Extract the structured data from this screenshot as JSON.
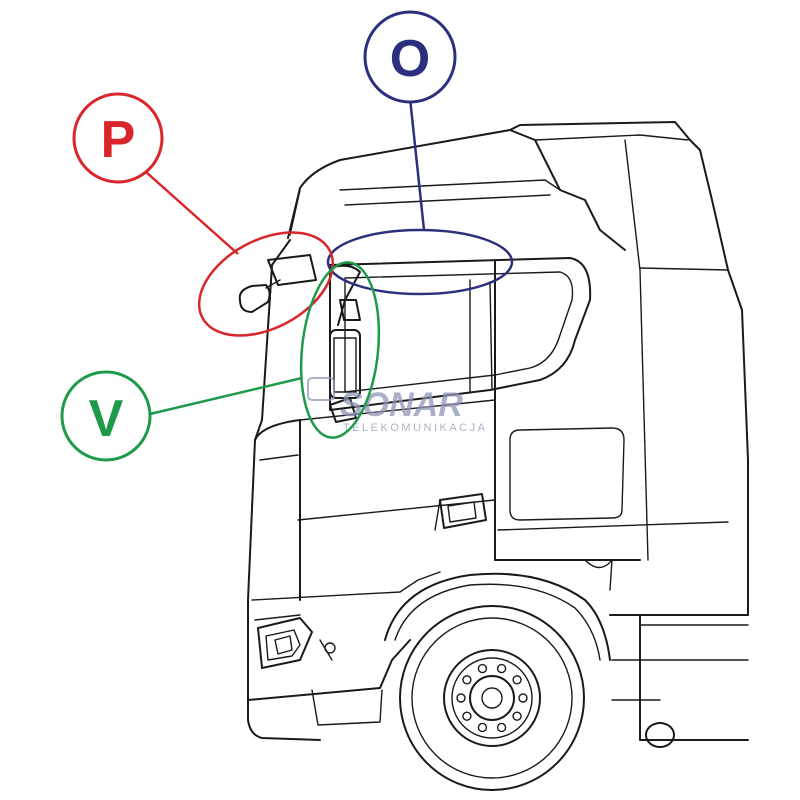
{
  "markers": [
    {
      "id": "P",
      "letter": "P",
      "color": "#d9262b"
    },
    {
      "id": "O",
      "letter": "O",
      "color": "#2c2f7e"
    },
    {
      "id": "V",
      "letter": "V",
      "color": "#1e9a4a"
    }
  ],
  "watermark": {
    "brand": "SONAR",
    "sub": "TELEKOMUNIKACJA",
    "color": "#8f96b8"
  },
  "line_color": "#1a1a1a"
}
